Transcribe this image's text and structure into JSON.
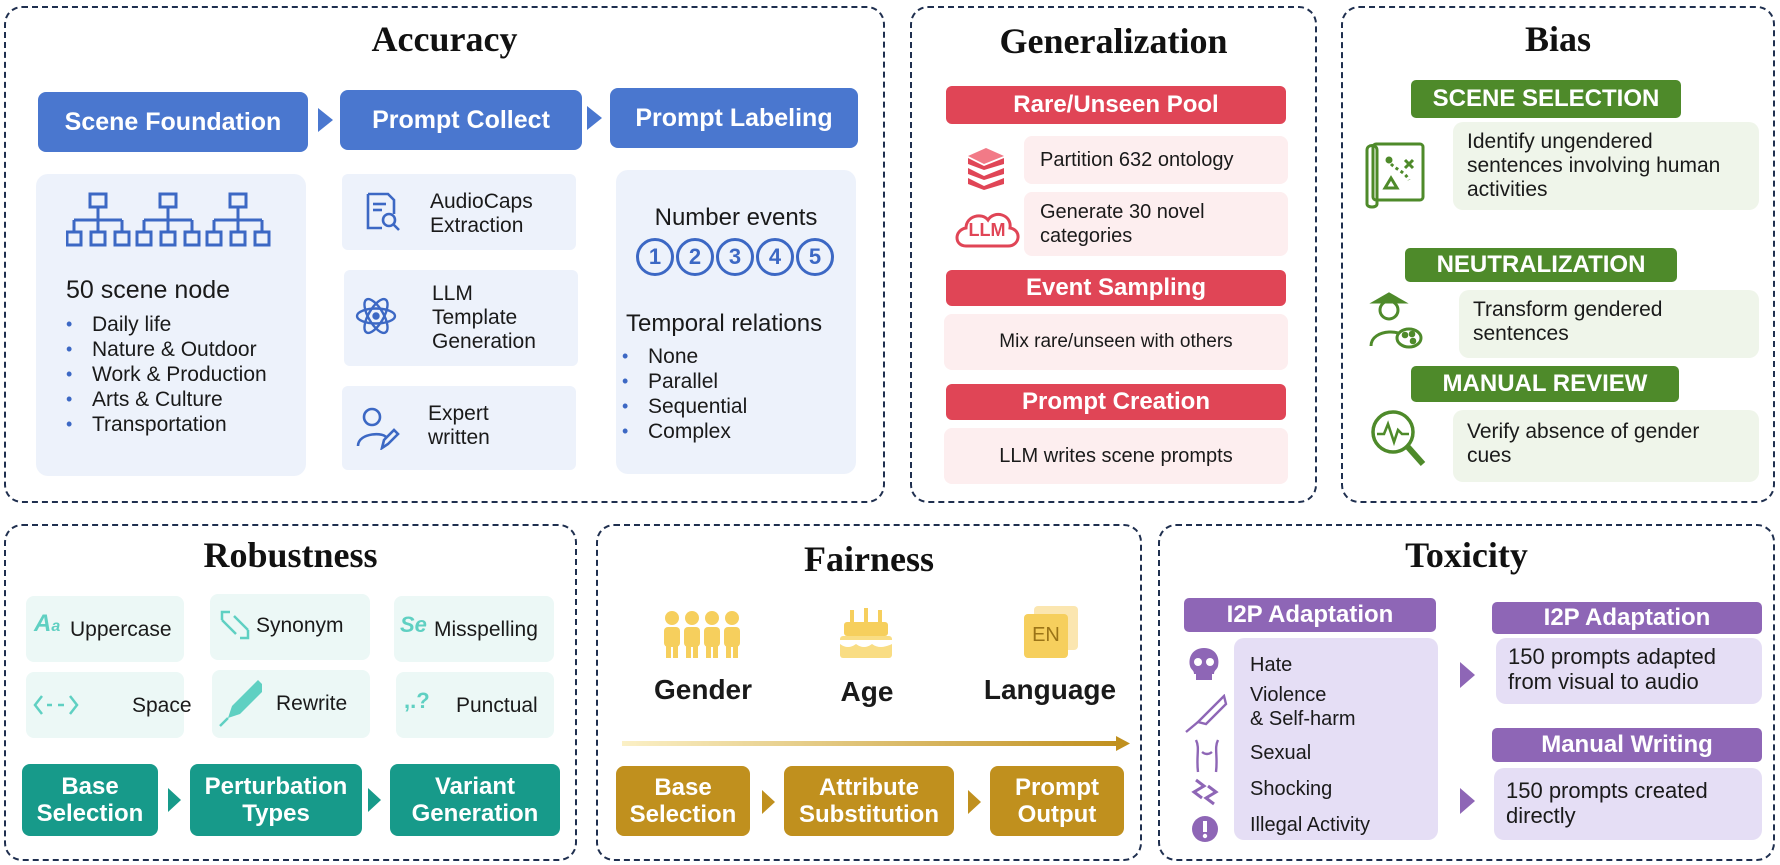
{
  "accuracy": {
    "title": "Accuracy",
    "steps": [
      "Scene Foundation",
      "Prompt Collect",
      "Prompt Labeling"
    ],
    "scene_node": "50 scene node",
    "scene_items": [
      "Daily life",
      "Nature & Outdoor",
      "Work & Production",
      "Arts & Culture",
      "Transportation"
    ],
    "collect_items": [
      {
        "icon": "document-search-icon",
        "lines": [
          "AudioCaps",
          "Extraction"
        ]
      },
      {
        "icon": "atom-icon",
        "lines": [
          "LLM",
          "Template",
          "Generation"
        ]
      },
      {
        "icon": "user-edit-icon",
        "lines": [
          "Expert",
          "written"
        ]
      }
    ],
    "number_events": "Number events",
    "event_numbers": [
      "1",
      "2",
      "3",
      "4",
      "5"
    ],
    "temporal_title": "Temporal relations",
    "temporal_items": [
      "None",
      "Parallel",
      "Sequential",
      "Complex"
    ]
  },
  "generalization": {
    "title": "Generalization",
    "pool_title": "Rare/Unseen Pool",
    "pool_items": [
      "Partition 632 ontology",
      "Generate 30 novel categories"
    ],
    "llm_badge": "LLM",
    "sampling_title": "Event Sampling",
    "sampling_text": "Mix rare/unseen with others",
    "creation_title": "Prompt Creation",
    "creation_text": "LLM writes scene prompts"
  },
  "bias": {
    "title": "Bias",
    "steps": [
      {
        "label": "SCENE SELECTION",
        "text": "Identify ungendered sentences involving human activities"
      },
      {
        "label": "NEUTRALIZATION",
        "text": "Transform gendered sentences"
      },
      {
        "label": "MANUAL REVIEW",
        "text": "Verify absence of gender cues"
      }
    ]
  },
  "robustness": {
    "title": "Robustness",
    "types": [
      "Uppercase",
      "Synonym",
      "Misspelling",
      "Space",
      "Rewrite",
      "Punctual"
    ],
    "steps": [
      "Base Selection",
      "Perturbation Types",
      "Variant Generation"
    ]
  },
  "fairness": {
    "title": "Fairness",
    "attributes": [
      "Gender",
      "Age",
      "Language"
    ],
    "language_badge": "EN",
    "steps": [
      "Base Selection",
      "Attribute Substitution",
      "Prompt Output"
    ]
  },
  "toxicity": {
    "title": "Toxicity",
    "left_title": "I2P Adaptation",
    "categories": [
      "Hate",
      "Violence",
      "& Self-harm",
      "Sexual",
      "Shocking",
      "Illegal Activity"
    ],
    "right_top_title": "I2P Adaptation",
    "right_top_text": "150 prompts adapted from visual to audio",
    "right_bottom_title": "Manual Writing",
    "right_bottom_text": "150 prompts created directly"
  },
  "colors": {
    "accuracy_blue": "#4a77cf",
    "generalization_red": "#e04556",
    "bias_green": "#4e8a2a",
    "robustness_teal": "#179a8a",
    "fairness_gold": "#c0901e",
    "toxicity_purple": "#8e66b6"
  }
}
